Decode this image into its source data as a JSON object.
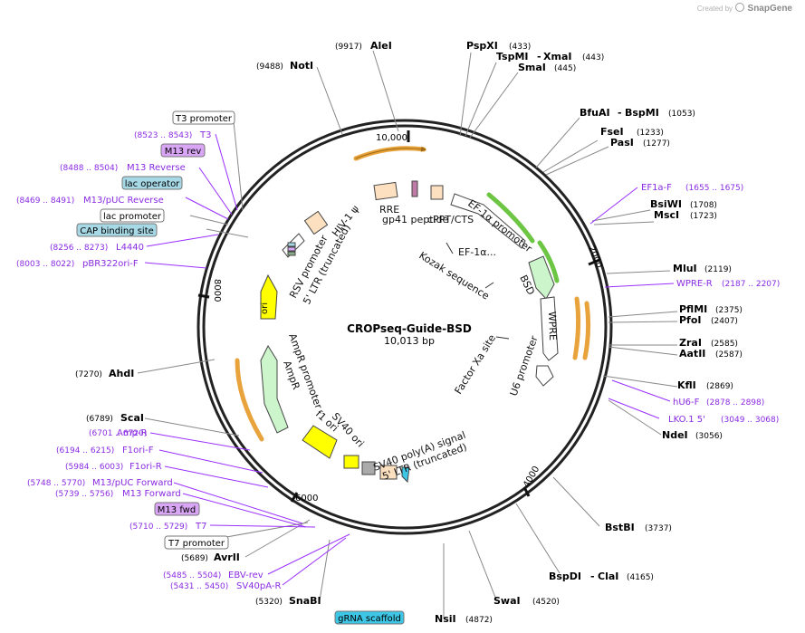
{
  "credit": {
    "prefix": "Created by",
    "brand": "SnapGene"
  },
  "plasmid": {
    "name": "CROPseq-Guide-BSD",
    "size_label": "10,013 bp"
  },
  "ticks": [
    {
      "label": "10,000"
    },
    {
      "label": "2000"
    },
    {
      "label": "4000"
    },
    {
      "label": "6000"
    },
    {
      "label": "8000"
    }
  ],
  "enzymes": [
    {
      "pos": "(9917)",
      "name": "AleI"
    },
    {
      "pos": "(9488)",
      "name": "NotI"
    },
    {
      "pos": "(433)",
      "name": "PspXI"
    },
    {
      "pos": "(443)",
      "name": "TspMI",
      "name2": "XmaI"
    },
    {
      "pos": "(445)",
      "name": "SmaI"
    },
    {
      "pos": "(1053)",
      "name": "BfuAI",
      "name2": "BspMI"
    },
    {
      "pos": "(1233)",
      "name": "FseI"
    },
    {
      "pos": "(1277)",
      "name": "PasI"
    },
    {
      "pos": "(1708)",
      "name": "BsiWI"
    },
    {
      "pos": "(1723)",
      "name": "MscI"
    },
    {
      "pos": "(2119)",
      "name": "MluI"
    },
    {
      "pos": "(2375)",
      "name": "PflMI"
    },
    {
      "pos": "(2407)",
      "name": "PfoI"
    },
    {
      "pos": "(2585)",
      "name": "ZraI"
    },
    {
      "pos": "(2587)",
      "name": "AatII"
    },
    {
      "pos": "(2869)",
      "name": "KflI"
    },
    {
      "pos": "(3056)",
      "name": "NdeI"
    },
    {
      "pos": "(3737)",
      "name": "BstBI"
    },
    {
      "pos": "(4165)",
      "name": "BspDI",
      "name2": "ClaI"
    },
    {
      "pos": "(4520)",
      "name": "SwaI"
    },
    {
      "pos": "(4872)",
      "name": "NsiI"
    },
    {
      "pos": "(5320)",
      "name": "SnaBI"
    },
    {
      "pos": "(5689)",
      "name": "AvrII"
    },
    {
      "pos": "(6789)",
      "name": "ScaI"
    },
    {
      "pos": "(7270)",
      "name": "AhdI"
    }
  ],
  "primers": [
    {
      "range": "(8523 .. 8543)",
      "name": "T3"
    },
    {
      "range": "(8488 .. 8504)",
      "name": "M13 Reverse"
    },
    {
      "range": "(8469 .. 8491)",
      "name": "M13/pUC Reverse"
    },
    {
      "range": "(8256 .. 8273)",
      "name": "L4440"
    },
    {
      "range": "(8003 .. 8022)",
      "name": "pBR322ori-F"
    },
    {
      "range": "(1655 .. 1675)",
      "name": "EF1a-F"
    },
    {
      "range": "(2187 .. 2207)",
      "name": "WPRE-R"
    },
    {
      "range": "(2878 .. 2898)",
      "name": "hU6-F"
    },
    {
      "range": "(3049 .. 3068)",
      "name": "LKO.1 5'"
    },
    {
      "range": "(6701 .. 6720)",
      "name": "Amp-R"
    },
    {
      "range": "(6194 .. 6215)",
      "name": "F1ori-F"
    },
    {
      "range": "(5984 .. 6003)",
      "name": "F1ori-R"
    },
    {
      "range": "(5748 .. 5770)",
      "name": "M13/pUC Forward"
    },
    {
      "range": "(5739 .. 5756)",
      "name": "M13 Forward"
    },
    {
      "range": "(5710 .. 5729)",
      "name": "T7"
    },
    {
      "range": "(5485 .. 5504)",
      "name": "EBV-rev"
    },
    {
      "range": "(5431 .. 5450)",
      "name": "SV40pA-R"
    }
  ],
  "boxed_labels": [
    {
      "name": "T3 promoter"
    },
    {
      "name": "M13 rev"
    },
    {
      "name": "lac operator"
    },
    {
      "name": "lac promoter"
    },
    {
      "name": "CAP binding site"
    },
    {
      "name": "M13 fwd"
    },
    {
      "name": "T7 promoter"
    },
    {
      "name": "gRNA scaffold"
    }
  ],
  "inner_labels": [
    {
      "text": "RRE"
    },
    {
      "text": "gp41 peptide"
    },
    {
      "text": "HIV-1 ψ"
    },
    {
      "text": "RSV promoter"
    },
    {
      "text": "5' LTR (truncated)"
    },
    {
      "text": "cPPT/CTS"
    },
    {
      "text": "EF-1α promoter"
    },
    {
      "text": "EF-1α..."
    },
    {
      "text": "Kozak sequence"
    },
    {
      "text": "BSD"
    },
    {
      "text": "WPRE"
    },
    {
      "text": "Factor Xa site"
    },
    {
      "text": "U6 promoter"
    },
    {
      "text": "ori"
    },
    {
      "text": "AmpR promoter"
    },
    {
      "text": "AmpR"
    },
    {
      "text": "f1 ori"
    },
    {
      "text": "SV40 ori"
    },
    {
      "text": "SV40 poly(A) signal"
    },
    {
      "text": "5' LTR (truncated)"
    }
  ],
  "colors": {
    "enzyme_text": "#000000",
    "primer_text": "#8a2be2",
    "primer_line": "#9b30ff",
    "orf_fill": "#ccf5cc",
    "ori_fill": "#ffff00",
    "ltr_fill": "#fde0c0",
    "orange_arrow": "#e8a33c",
    "green_arrow": "#6cc644",
    "lac_box": "#a6d8e6",
    "m13_box": "#d9a6f5",
    "gRNA_box": "#3ec6e6"
  }
}
